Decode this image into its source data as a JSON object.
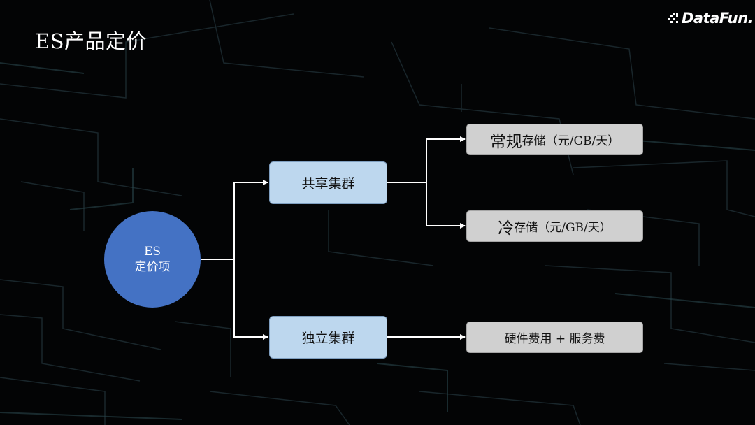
{
  "slide": {
    "title": "ES产品定价",
    "logo_text": "DataFun.",
    "logo_icon": "datafun-dots-icon"
  },
  "diagram": {
    "root": {
      "line1": "ES",
      "line2": "定价项",
      "color": "#4472c4"
    },
    "shared_cluster": {
      "label": "共享集群",
      "standard_storage": {
        "prefix": "常规",
        "suffix": "存储（元/GB/天）"
      },
      "cold_storage": {
        "prefix": "冷",
        "suffix": "存储（元/GB/天）"
      }
    },
    "dedicated_cluster": {
      "label": "独立集群",
      "pricing": {
        "label": "硬件费用 + 服务费"
      }
    },
    "colors": {
      "mid_fill": "#bdd7ee",
      "leaf_fill": "#d0d0d0",
      "connector": "#ffffff",
      "background": "#030405"
    }
  }
}
